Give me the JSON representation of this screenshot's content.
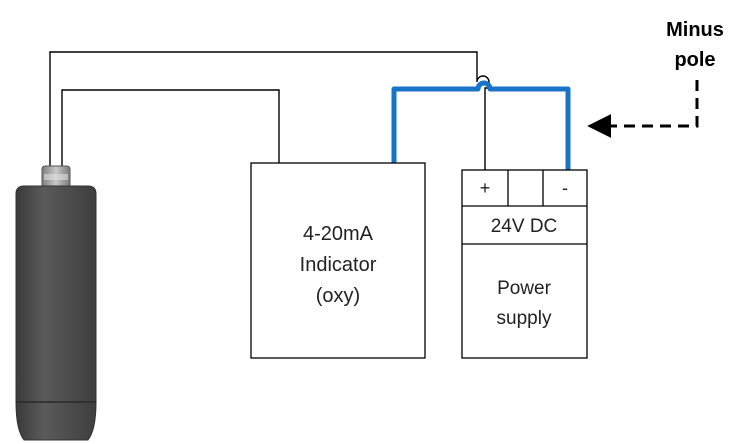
{
  "indicator": {
    "line1": "4-20mA",
    "line2": "Indicator",
    "line3": "(oxy)"
  },
  "power_supply": {
    "plus_terminal": "+",
    "minus_terminal": "-",
    "voltage": "24V DC",
    "line1": "Power",
    "line2": "supply"
  },
  "callout": {
    "line1": "Minus",
    "line2": "pole"
  },
  "colors": {
    "highlight_wire": "#1874c8",
    "wire": "#000000",
    "sensor_body": "#4a4a4a",
    "sensor_cap": "#9a9a9a"
  }
}
